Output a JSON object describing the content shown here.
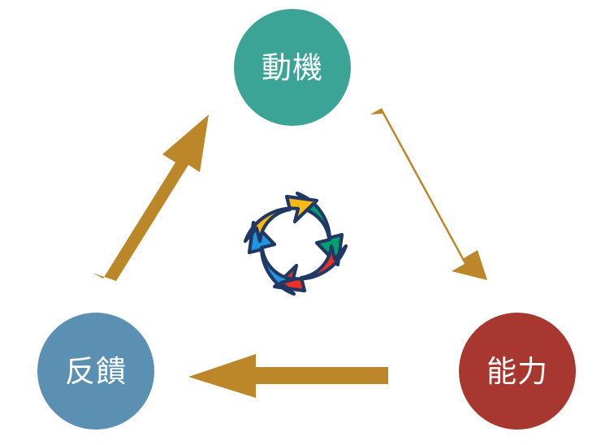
{
  "diagram": {
    "title": "Motivation-Ability-Feedback behaviour loop",
    "background_color": "#ffffff",
    "nodes": [
      {
        "id": "motivation",
        "label": "動機",
        "color": "#3BA496",
        "text_color": "#ffffff",
        "position": "top"
      },
      {
        "id": "ability",
        "label": "能力",
        "color": "#A8372F",
        "text_color": "#ffffff",
        "position": "bottom-right"
      },
      {
        "id": "feedback",
        "label": "反饋",
        "color": "#5B90B2",
        "text_color": "#ffffff",
        "position": "bottom-left"
      }
    ],
    "arrows": [
      {
        "id": "motivation-to-ability",
        "from": "動機",
        "to": "能力",
        "direction": "down-right",
        "color": "#BC8728"
      },
      {
        "id": "ability-to-feedback",
        "from": "能力",
        "to": "反饋",
        "direction": "left",
        "color": "#BC8728"
      },
      {
        "id": "feedback-to-motivation",
        "from": "反饋",
        "to": "動機",
        "direction": "up-right",
        "color": "#BC8728"
      }
    ],
    "center_icon": {
      "name": "recycle-cycle-icon",
      "segment_count": 4,
      "rotation": "clockwise",
      "outline_color": "#1F3864",
      "segments": [
        {
          "id": "top-right",
          "color": "#00A071"
        },
        {
          "id": "bottom-right",
          "color": "#EE3124"
        },
        {
          "id": "bottom-left",
          "color": "#2196E0"
        },
        {
          "id": "top-left",
          "color": "#FDB913"
        }
      ]
    }
  }
}
